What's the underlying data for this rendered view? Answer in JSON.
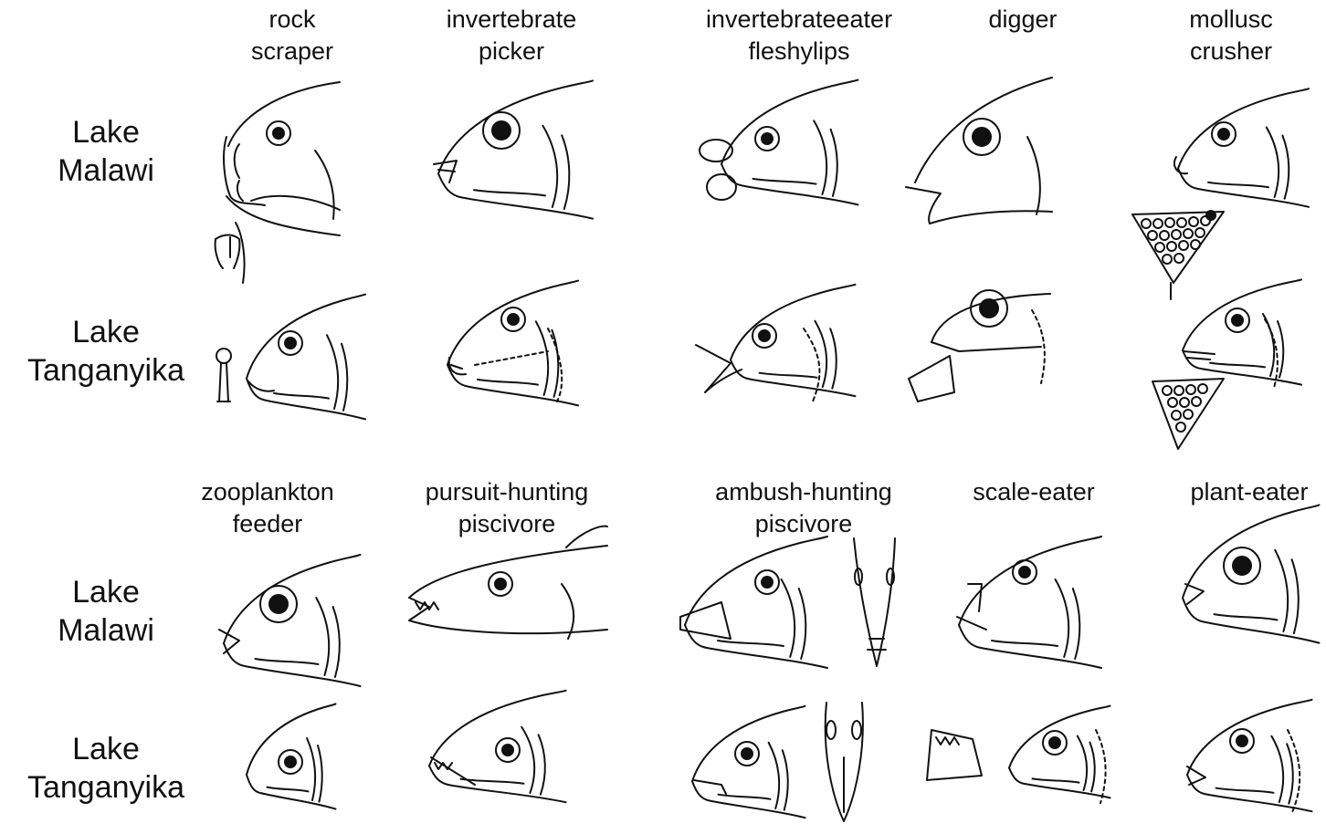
{
  "panels": [
    {
      "columns": [
        {
          "line1": "rock",
          "line2": "scraper"
        },
        {
          "line1": "invertebrate",
          "line2": "picker"
        },
        {
          "line1": "invertebrateeater",
          "line2": "fleshylips"
        },
        {
          "line1": "digger",
          "line2": ""
        },
        {
          "line1": "mollusc",
          "line2": "crusher"
        }
      ],
      "rows": [
        {
          "line1": "Lake",
          "line2": "Malawi"
        },
        {
          "line1": "Lake",
          "line2": "Tanganyika"
        }
      ]
    },
    {
      "columns": [
        {
          "line1": "zooplankton",
          "line2": "feeder"
        },
        {
          "line1": "pursuit-hunting",
          "line2": "piscivore"
        },
        {
          "line1": "ambush-hunting",
          "line2": "piscivore"
        },
        {
          "line1": "scale-eater",
          "line2": ""
        },
        {
          "line1": "plant-eater",
          "line2": ""
        }
      ],
      "rows": [
        {
          "line1": "Lake",
          "line2": "Malawi"
        },
        {
          "line1": "Lake",
          "line2": "Tanganyika"
        }
      ]
    }
  ]
}
